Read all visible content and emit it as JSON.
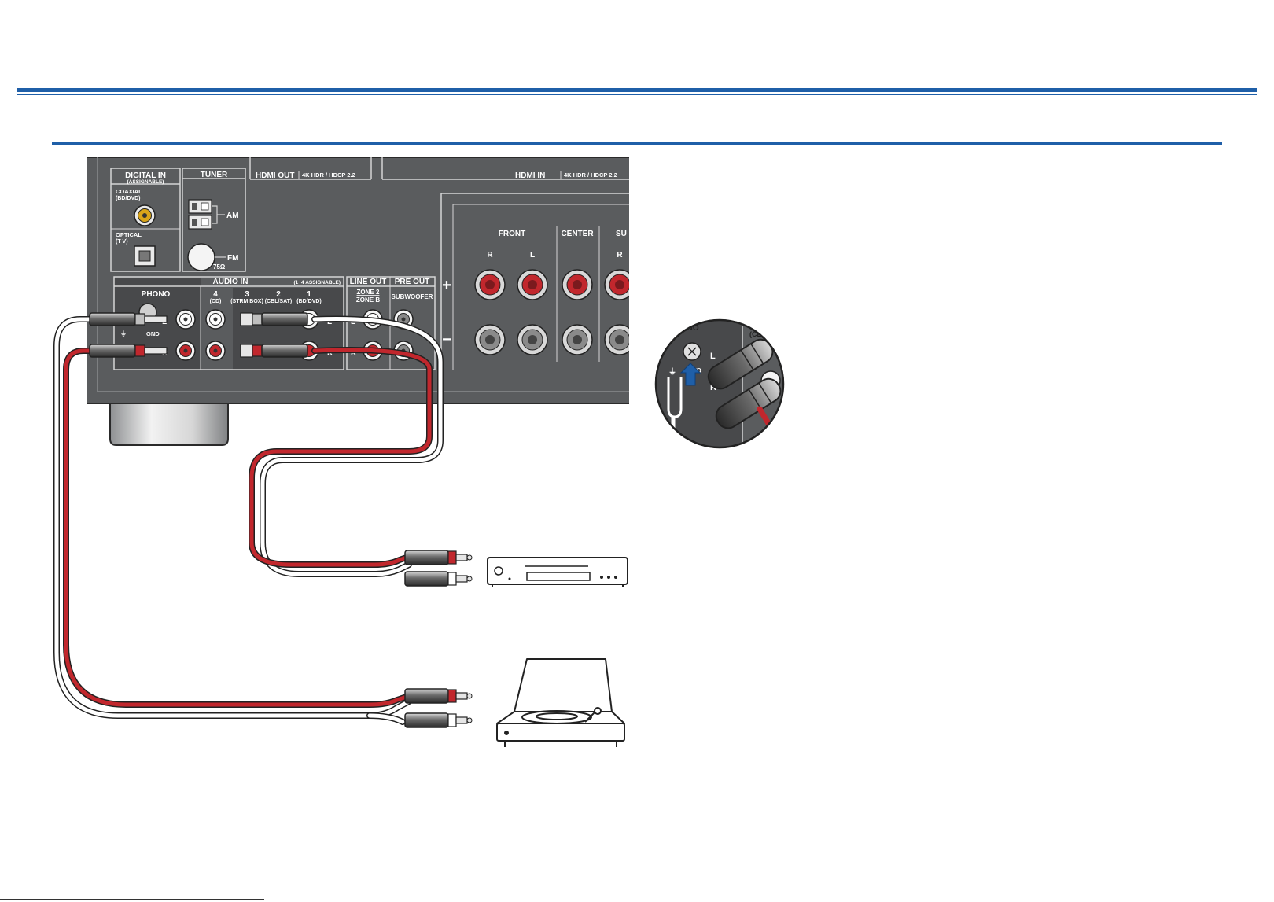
{
  "panel": {
    "digital_in": "DIGITAL IN",
    "assignable": "(ASSIGNABLE)",
    "coaxial": "COAXIAL",
    "coaxial_src": "(BD/DVD)",
    "optical": "OPTICAL",
    "optical_src": "(T V)",
    "tuner": "TUNER",
    "am": "AM",
    "fm": "FM",
    "ohm": "75Ω",
    "hdmi_out": "HDMI OUT",
    "hdmi_in": "HDMI IN",
    "hdr_out": "4K HDR / HDCP 2.2",
    "hdr_in": "4K HDR / HDCP 2.2",
    "audio_in": "AUDIO IN",
    "assignable_range": "(1~4 ASSIGNABLE)",
    "phono": "PHONO",
    "gnd": "GND",
    "in4": "4",
    "in4_src": "(CD)",
    "in3": "3",
    "in3_src": "(STRM BOX)",
    "in2": "2",
    "in2_src": "(CBL/SAT)",
    "in1": "1",
    "in1_src": "(BD/DVD)",
    "line_out": "LINE OUT",
    "zone2": "ZONE 2",
    "zoneb": "ZONE B",
    "pre_out": "PRE OUT",
    "subwoofer": "SUBWOOFER",
    "front": "FRONT",
    "center": "CENTER",
    "surround_partial": "SU",
    "plus": "+",
    "minus": "−",
    "ch_r": "R",
    "ch_l": "L"
  },
  "inset": {
    "phono": "PHONO",
    "cd_partial": "(CD",
    "l": "L",
    "r": "R",
    "gnd": "GND"
  },
  "colors": {
    "accent_blue": "#1f5fa8",
    "panel": "#5a5c5e",
    "panel_dark": "#48494b",
    "cable_red": "#c1272d",
    "jack_gold": "#d9a419"
  },
  "icons": [
    "cd-player-icon",
    "turntable-icon",
    "ground-arrow-icon"
  ]
}
